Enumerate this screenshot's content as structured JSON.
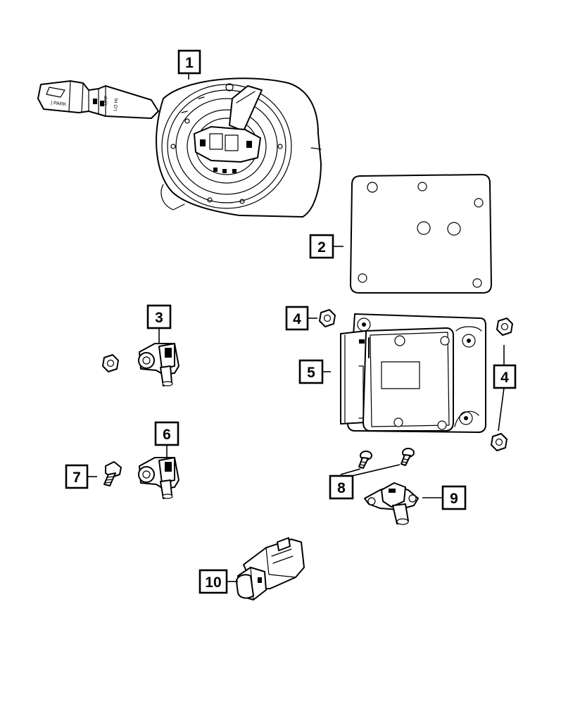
{
  "callouts": {
    "c1": "1",
    "c2": "2",
    "c3": "3",
    "c4a": "4",
    "c4b": "4",
    "c5": "5",
    "c6": "6",
    "c7": "7",
    "c8": "8",
    "c9": "9",
    "c10": "10"
  },
  "icons": {
    "clockspring": "steering-column-switch-icon",
    "gasket": "gasket-plate-icon",
    "sensor": "impact-sensor-icon",
    "nut": "hex-nut-icon",
    "module": "airbag-control-module-icon",
    "screw": "screw-icon",
    "bolt": "bolt-icon",
    "connector": "connector-icon"
  }
}
